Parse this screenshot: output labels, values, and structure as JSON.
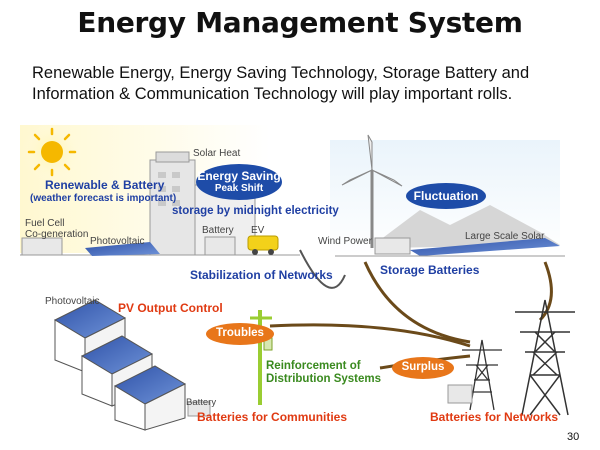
{
  "title": "Energy Management System",
  "subtitle": "Renewable Energy, Energy Saving Technology, Storage Battery and Information & Communication Technology will play important rolls.",
  "labels": {
    "solar_heat": "Solar Heat",
    "renewable_battery": "Renewable & Battery",
    "weather_forecast": "(weather forecast is important)",
    "energy_saving": "Energy Saving",
    "peak_shift": "Peak Shift",
    "storage_midnight": "storage by midnight electricity",
    "fuel_cell": "Fuel Cell",
    "cogeneration": "Co-generation",
    "battery_house": "Battery",
    "ev": "EV",
    "photovoltaic_top": "Photovoltaic",
    "fluctuation": "Fluctuation",
    "wind_power": "Wind Power",
    "large_scale_solar": "Large Scale Solar",
    "stabilization": "Stabilization of Networks",
    "storage_batteries": "Storage Batteries",
    "photovoltaic_left": "Photovoltaic",
    "pv_output_control": "PV Output Control",
    "troubles": "Troubles",
    "reinforcement_line1": "Reinforcement of",
    "reinforcement_line2": "Distribution Systems",
    "surplus": "Surplus",
    "battery_bottom": "Battery",
    "batteries_communities": "Batteries for Communities",
    "batteries_networks": "Batteries for Networks",
    "page_number": "30"
  },
  "colors": {
    "blue_text": "#1f3fa3",
    "red_text": "#e03a12",
    "green_text": "#3a8a1f",
    "blue_pill": "#1e4ca8",
    "orange_pill": "#e8761a",
    "sun": "#f5b800",
    "solar_panel": "#4a6fc0"
  }
}
